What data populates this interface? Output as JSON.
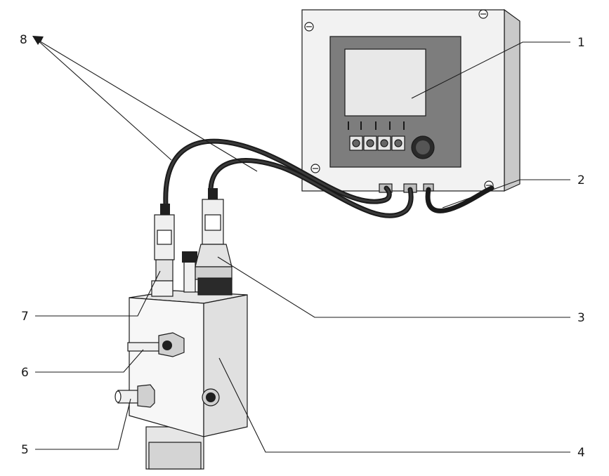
{
  "callouts": [
    {
      "id": "1",
      "label": "1"
    },
    {
      "id": "2",
      "label": "2"
    },
    {
      "id": "3",
      "label": "3"
    },
    {
      "id": "4",
      "label": "4"
    },
    {
      "id": "5",
      "label": "5"
    },
    {
      "id": "6",
      "label": "6"
    },
    {
      "id": "7",
      "label": "7"
    },
    {
      "id": "8",
      "label": "8"
    }
  ],
  "colors": {
    "line": "#1a1a1a",
    "housing": "#f2f2f2",
    "panel": "#7d7d7d",
    "display": "#e8e8e8",
    "cable": "#1a1a1a"
  },
  "icons": {
    "controller": "transmitter-housing",
    "flow_cell": "flow-assembly-block",
    "sensor": "sensor-connector"
  }
}
